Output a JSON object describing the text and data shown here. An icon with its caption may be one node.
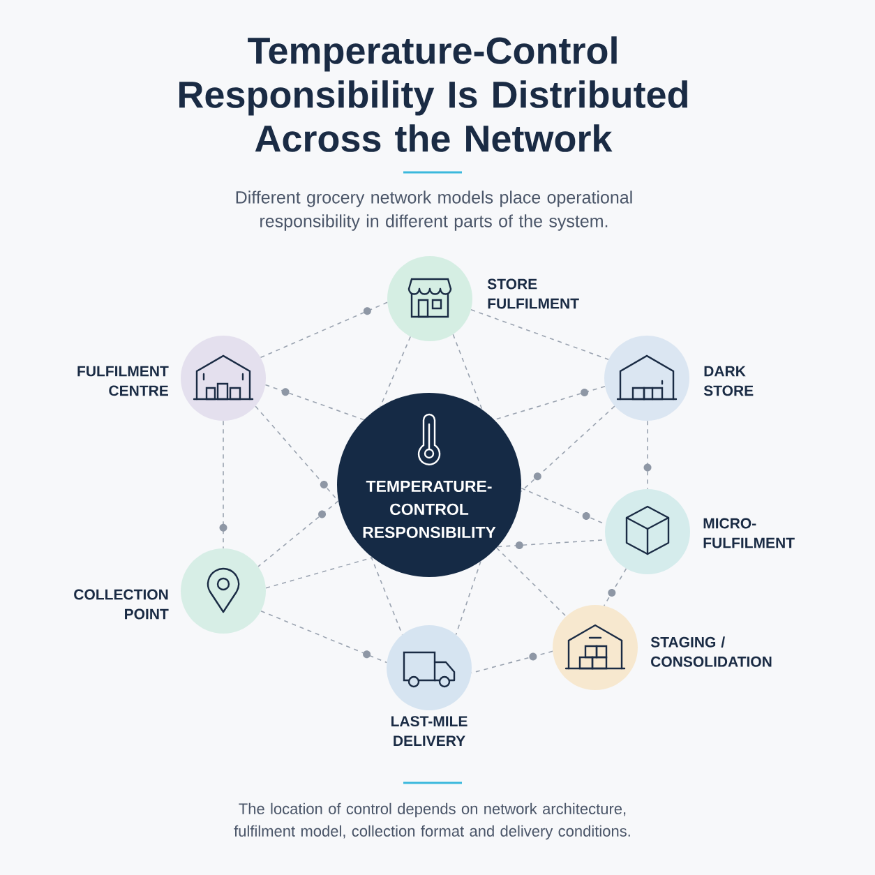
{
  "diagram": {
    "title": "Temperature-Control Responsibility Is Distributed Across the Network",
    "caption": "The location of control depends on network architecture, fulfilment model, collection format and delivery conditions.",
    "nodes": [
      {
        "text": [
          "STORE FULFILMENT"
        ]
      },
      {
        "text": [
          "FULFILMENT CENTRE"
        ]
      },
      {
        "text": [
          "DARK STORE"
        ]
      },
      {
        "text": [
          "TEMPERATURE-CONTROL RESPONSIBILITY"
        ]
      },
      {
        "text": [
          "MICRO-FULFILMENT"
        ]
      },
      {
        "text": [
          "COLLECTION POINT"
        ]
      },
      {
        "text": [
          "STAGING / CONSOLIDATION"
        ]
      },
      {
        "text": [
          "LAST-MILE DELIVERY"
        ]
      }
    ],
    "edges": [
      {
        "from": 1,
        "to": 0,
        "arrow": "none"
      },
      {
        "from": 0,
        "to": 2,
        "arrow": "none"
      },
      {
        "from": 1,
        "to": 3,
        "arrow": "none"
      },
      {
        "from": 1,
        "to": 3,
        "arrow": "none"
      },
      {
        "from": 0,
        "to": 3,
        "arrow": "none"
      },
      {
        "from": 0,
        "to": 3,
        "arrow": "none"
      },
      {
        "from": 2,
        "to": 3,
        "arrow": "none"
      },
      {
        "from": 2,
        "to": 3,
        "arrow": "none"
      },
      {
        "from": 2,
        "to": 4,
        "arrow": "none"
      },
      {
        "from": 3,
        "to": 4,
        "arrow": "none"
      },
      {
        "from": 3,
        "to": 4,
        "arrow": "none"
      },
      {
        "from": 4,
        "to": 6,
        "arrow": "none"
      },
      {
        "from": 3,
        "to": 6,
        "arrow": "none"
      },
      {
        "from": 6,
        "to": 7,
        "arrow": "none"
      },
      {
        "from": 3,
        "to": 7,
        "arrow": "none"
      },
      {
        "from": 3,
        "to": 7,
        "arrow": "none"
      },
      {
        "from": 5,
        "to": 7,
        "arrow": "none"
      },
      {
        "from": 5,
        "to": 3,
        "arrow": "none"
      },
      {
        "from": 3,
        "to": 5,
        "arrow": "none"
      },
      {
        "from": 1,
        "to": 5,
        "arrow": "none"
      }
    ],
    "labels": [
      "Different grocery network models place operational responsibility in different parts of the system."
    ]
  }
}
